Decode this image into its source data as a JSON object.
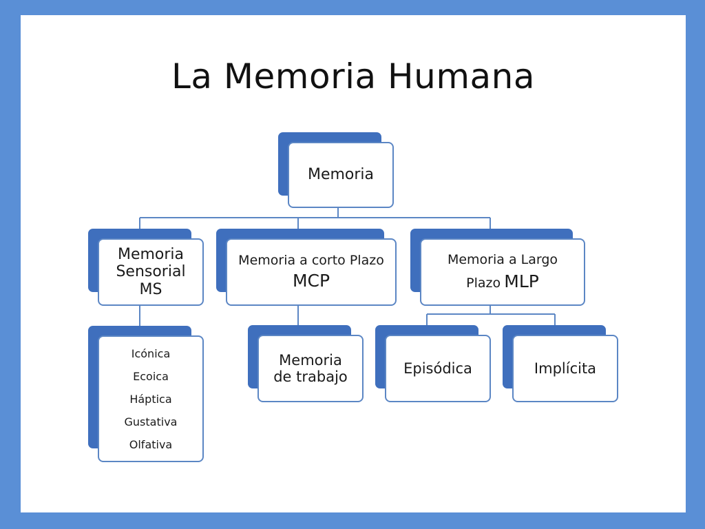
{
  "title": "La Memoria Humana",
  "nodes": {
    "root": "Memoria",
    "sensorial": [
      "Memoria",
      "Sensorial",
      "MS"
    ],
    "corto": {
      "line1": "Memoria a corto Plazo",
      "abbr": "MCP"
    },
    "largo": {
      "line1": "Memoria a Largo",
      "line2_prefix": "Plazo",
      "abbr": "MLP"
    },
    "sensorial_types": [
      "Icónica",
      "Ecoica",
      "Háptica",
      "Gustativa",
      "Olfativa"
    ],
    "trabajo": [
      "Memoria",
      "de trabajo"
    ],
    "episodica": "Episódica",
    "implicita": "Implícita"
  },
  "colors": {
    "frame": "#5a8fd6",
    "shadow": "#3f6fbd",
    "border": "#5b86c4",
    "connector": "#5b86c4"
  }
}
